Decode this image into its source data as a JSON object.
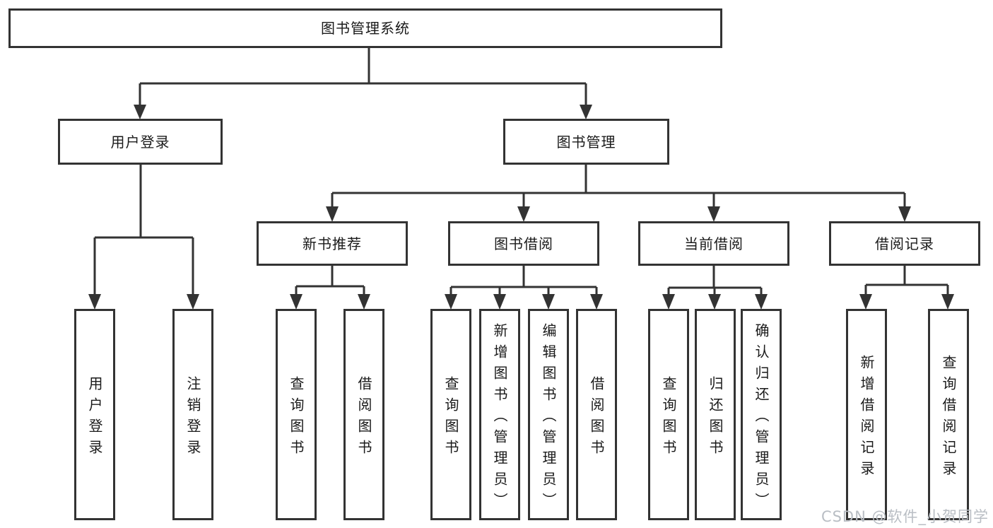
{
  "diagram": {
    "type": "hierarchy-tree",
    "tree": {
      "label": "图书管理系统",
      "children": [
        {
          "label": "用户登录",
          "children": [
            {
              "label": "用户登录"
            },
            {
              "label": "注销登录"
            }
          ]
        },
        {
          "label": "图书管理",
          "children": [
            {
              "label": "新书推荐",
              "children": [
                {
                  "label": "查询图书"
                },
                {
                  "label": "借阅图书"
                }
              ]
            },
            {
              "label": "图书借阅",
              "children": [
                {
                  "label": "查询图书"
                },
                {
                  "label": "新增图书（管理员）"
                },
                {
                  "label": "编辑图书（管理员）"
                },
                {
                  "label": "借阅图书"
                }
              ]
            },
            {
              "label": "当前借阅",
              "children": [
                {
                  "label": "查询图书"
                },
                {
                  "label": "归还图书"
                },
                {
                  "label": "确认归还（管理员）"
                }
              ]
            },
            {
              "label": "借阅记录",
              "children": [
                {
                  "label": "新增借阅记录"
                },
                {
                  "label": "查询借阅记录"
                }
              ]
            }
          ]
        }
      ]
    },
    "colors": {
      "line": "#333333",
      "box_border": "#333333",
      "box_fill": "#ffffff",
      "text": "#1a1a1a",
      "watermark": "#b9bec4",
      "background": "#ffffff"
    }
  },
  "watermark": {
    "text": "CSDN @软件_小贺同学"
  }
}
